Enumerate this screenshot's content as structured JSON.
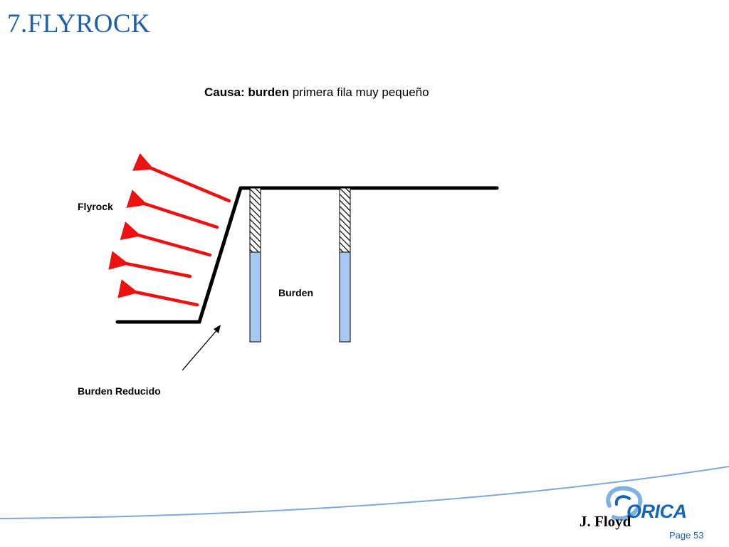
{
  "slide": {
    "title": "7.FLYROCK",
    "subtitle_bold": "Causa: burden",
    "subtitle_rest": " primera fila muy pequeño",
    "author": "J. Floyd",
    "page": "Page 53"
  },
  "labels": {
    "flyrock": "Flyrock",
    "burden": "Burden",
    "burden_reducido": "Burden Reducido"
  },
  "logo": {
    "text": "ORICA",
    "colors": {
      "brand_blue": "#1566b6",
      "swoosh": "#7fb2de"
    }
  },
  "colors": {
    "title": "#1d5fa8",
    "arrow": "#ee1111",
    "explosive": "#a6c8f2",
    "page_line": "#7ea8d8"
  }
}
